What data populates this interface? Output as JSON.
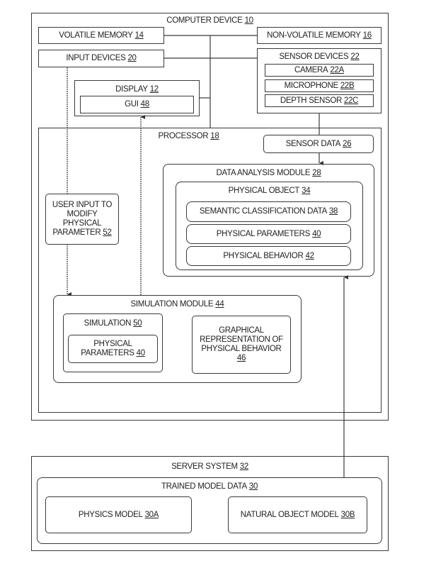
{
  "computer_device": {
    "label": "COMPUTER DEVICE",
    "ref": "10"
  },
  "volatile_memory": {
    "label": "VOLATILE MEMORY",
    "ref": "14"
  },
  "non_volatile_memory": {
    "label": "NON-VOLATILE MEMORY",
    "ref": "16"
  },
  "input_devices": {
    "label": "INPUT DEVICES",
    "ref": "20"
  },
  "sensor_devices": {
    "label": "SENSOR DEVICES",
    "ref": "22",
    "items": [
      {
        "label": "CAMERA",
        "ref": "22A"
      },
      {
        "label": "MICROPHONE",
        "ref": "22B"
      },
      {
        "label": "DEPTH SENSOR",
        "ref": "22C"
      }
    ]
  },
  "display": {
    "label": "DISPLAY",
    "ref": "12"
  },
  "gui": {
    "label": "GUI",
    "ref": "48"
  },
  "processor": {
    "label": "PROCESSOR",
    "ref": "18"
  },
  "sensor_data": {
    "label": "SENSOR DATA",
    "ref": "26"
  },
  "data_analysis_module": {
    "label": "DATA ANALYSIS MODULE",
    "ref": "28"
  },
  "physical_object": {
    "label": "PHYSICAL OBJECT",
    "ref": "34",
    "items": [
      {
        "label": "SEMANTIC CLASSIFICATION DATA",
        "ref": "38"
      },
      {
        "label": "PHYSICAL PARAMETERS",
        "ref": "40"
      },
      {
        "label": "PHYSICAL BEHAVIOR",
        "ref": "42"
      }
    ]
  },
  "user_input": {
    "lines": [
      "USER INPUT TO",
      "MODIFY",
      "PHYSICAL",
      "PARAMETER"
    ],
    "ref": "52"
  },
  "simulation_module": {
    "label": "SIMULATION MODULE",
    "ref": "44"
  },
  "simulation": {
    "label": "SIMULATION",
    "ref": "50"
  },
  "simulation_params": {
    "lines": [
      "PHYSICAL",
      "PARAMETERS"
    ],
    "ref": "40"
  },
  "graphical_representation": {
    "lines": [
      "GRAPHICAL",
      "REPRESENTATION OF",
      "PHYSICAL BEHAVIOR"
    ],
    "ref": "46"
  },
  "server_system": {
    "label": "SERVER SYSTEM",
    "ref": "32"
  },
  "trained_model_data": {
    "label": "TRAINED MODEL DATA",
    "ref": "30"
  },
  "physics_model": {
    "label": "PHYSICS MODEL",
    "ref": "30A"
  },
  "natural_object_model": {
    "label": "NATURAL OBJECT MODEL",
    "ref": "30B"
  }
}
